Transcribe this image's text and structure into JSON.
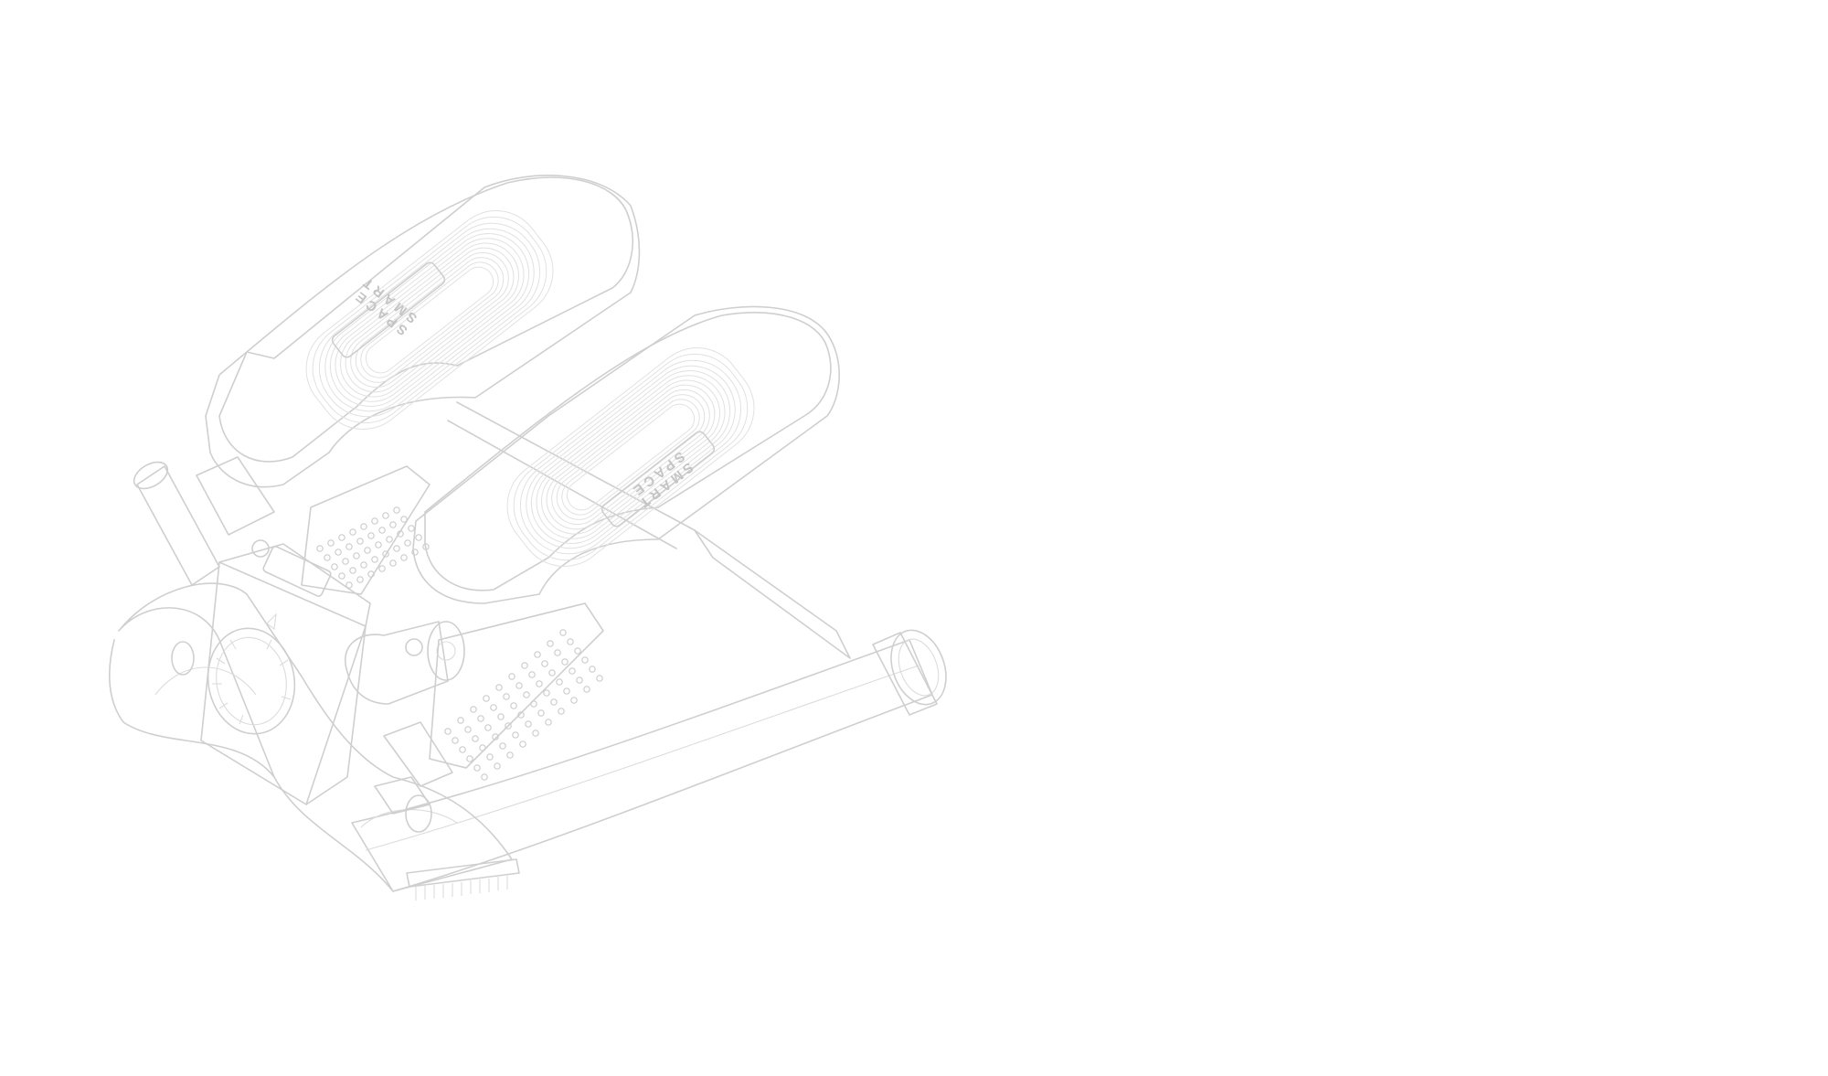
{
  "illustration": {
    "subject": "mini stepper line drawing",
    "stroke_color": "#cfcfcf",
    "background": "#ffffff"
  },
  "pedals": [
    {
      "id": "left",
      "brand_line1": "SPACE",
      "brand_line2": "SMART"
    },
    {
      "id": "right",
      "brand_line1": "SPACE",
      "brand_line2": "SMART"
    }
  ]
}
